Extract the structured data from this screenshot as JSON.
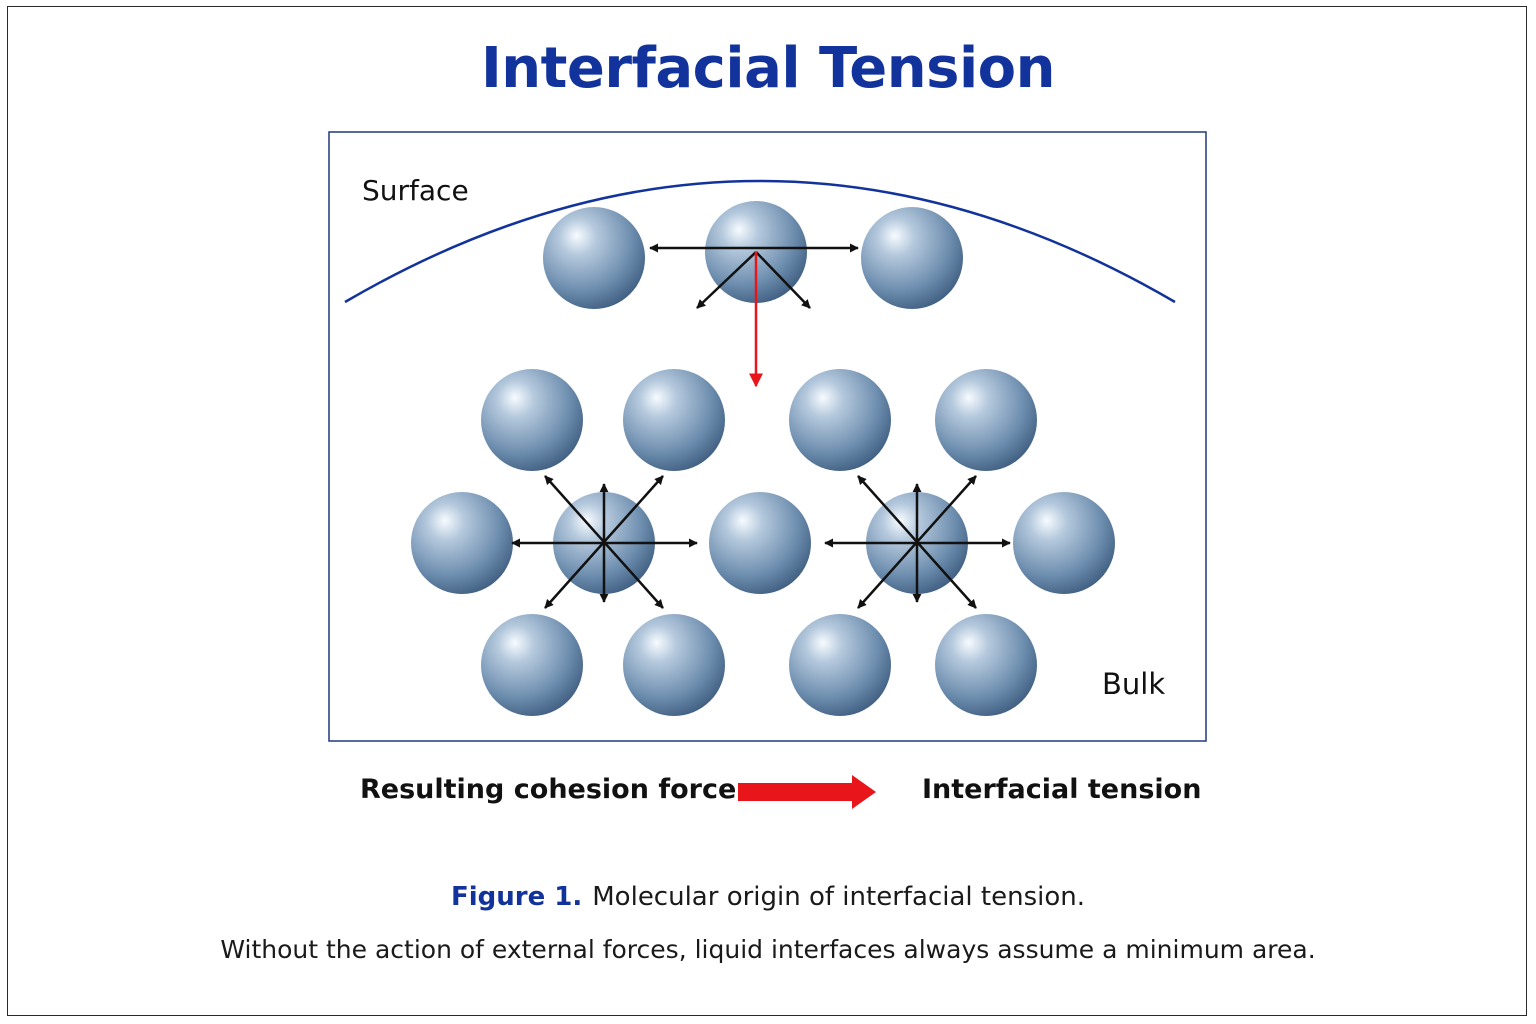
{
  "title": "Interfacial Tension",
  "diagram": {
    "surface_label": "Surface",
    "bulk_label": "Bulk",
    "molecule_color": "#7f9bb8",
    "force_arrow_color": "#111111",
    "net_force_color": "#e8161b",
    "interface_color": "#12339b"
  },
  "legend": {
    "left": "Resulting cohesion force",
    "right": "Interfacial tension"
  },
  "caption": {
    "figure_label": "Figure 1.",
    "line1": "Molecular origin of interfacial tension.",
    "line2": "Without the action of external forces, liquid interfaces always assume a minimum area."
  }
}
